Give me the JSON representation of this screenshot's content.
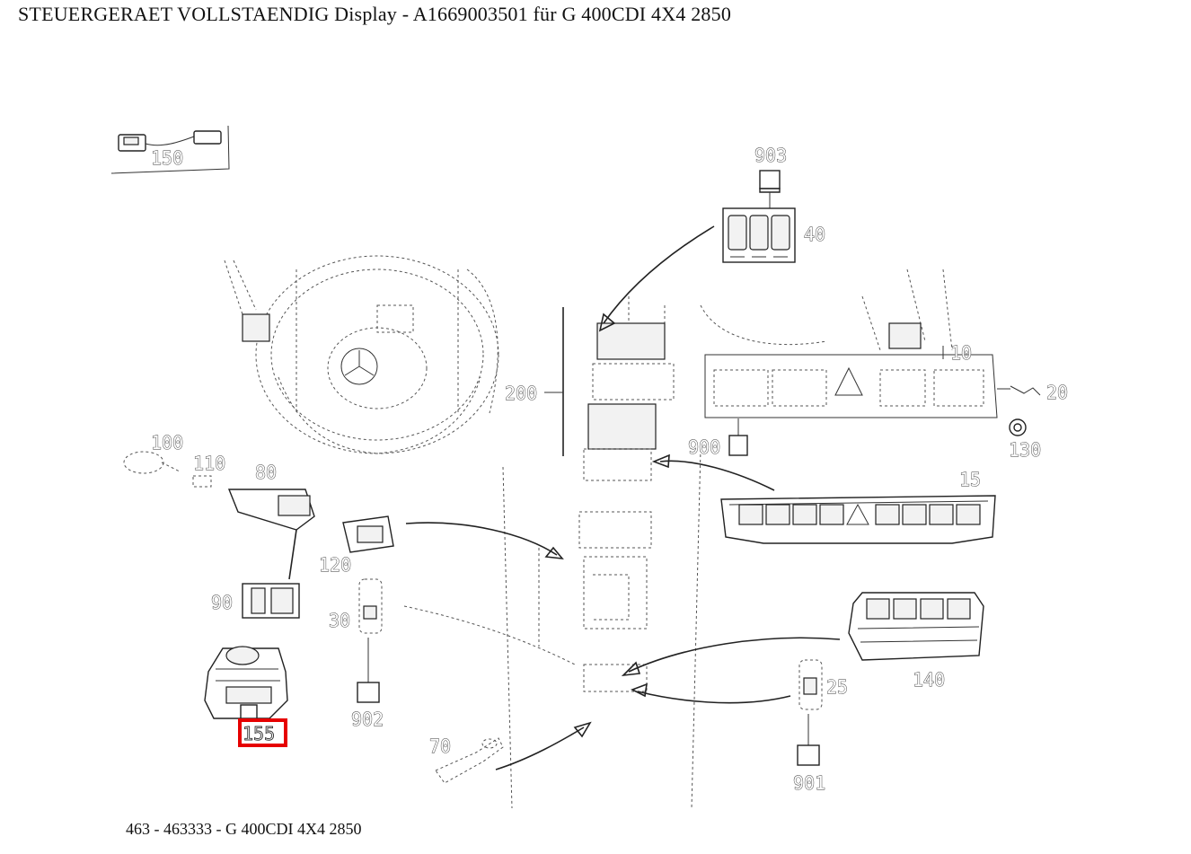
{
  "header": {
    "title": "STEUERGERAET VOLLSTAENDIG Display - A1669003501 für G 400CDI 4X4 2850"
  },
  "footer": {
    "text": "463 - 463333 - G 400CDI 4X4 2850"
  },
  "callouts": [
    {
      "id": "c150",
      "label": "150"
    },
    {
      "id": "c903",
      "label": "903"
    },
    {
      "id": "c40",
      "label": "40"
    },
    {
      "id": "c10",
      "label": "10"
    },
    {
      "id": "c20",
      "label": "20"
    },
    {
      "id": "c200",
      "label": "200"
    },
    {
      "id": "c900",
      "label": "900"
    },
    {
      "id": "c130",
      "label": "130"
    },
    {
      "id": "c100",
      "label": "100"
    },
    {
      "id": "c110",
      "label": "110"
    },
    {
      "id": "c80",
      "label": "80"
    },
    {
      "id": "c15",
      "label": "15"
    },
    {
      "id": "c120",
      "label": "120"
    },
    {
      "id": "c90",
      "label": "90"
    },
    {
      "id": "c30",
      "label": "30"
    },
    {
      "id": "c140",
      "label": "140"
    },
    {
      "id": "c25",
      "label": "25"
    },
    {
      "id": "c155",
      "label": "155"
    },
    {
      "id": "c902",
      "label": "902"
    },
    {
      "id": "c70",
      "label": "70"
    },
    {
      "id": "c901",
      "label": "901"
    }
  ],
  "highlight": {
    "part": "155",
    "color": "#e60000"
  }
}
